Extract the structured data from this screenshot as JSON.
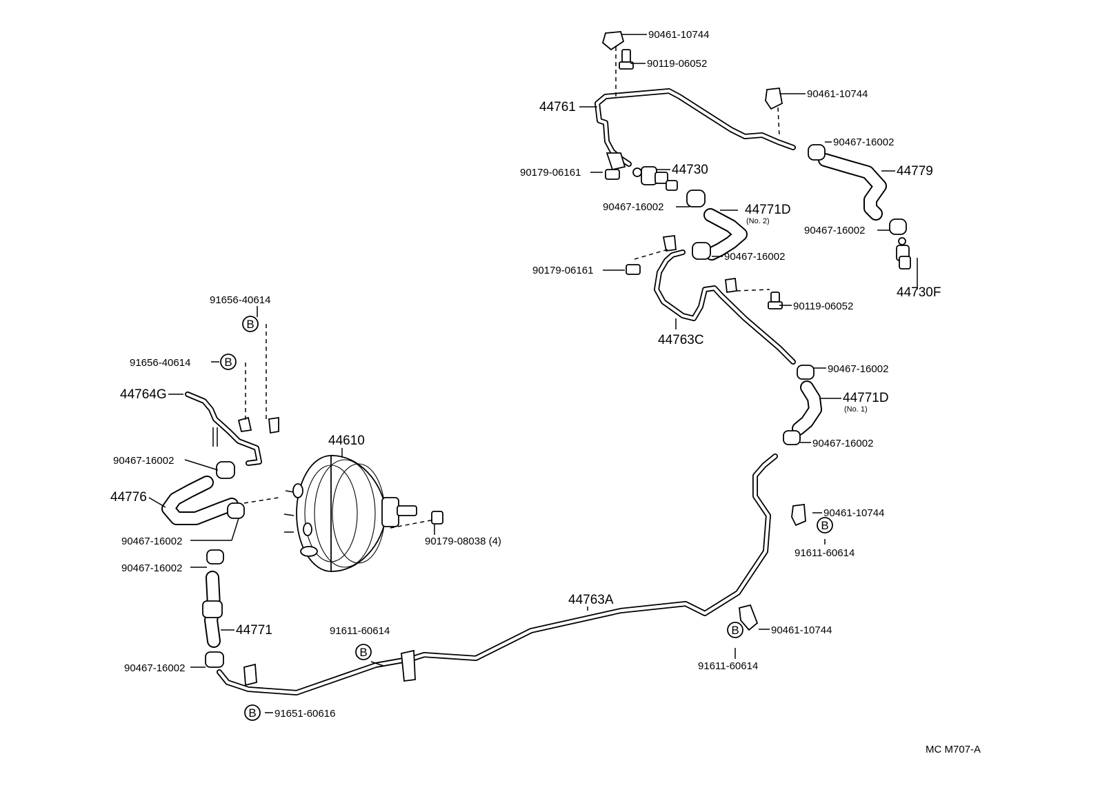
{
  "labels": {
    "p90461_10744_top": "90461-10744",
    "p90119_06052_top": "90119-06052",
    "p90461_10744_right": "90461-10744",
    "p44761": "44761",
    "p90467_16002_r1": "90467-16002",
    "p44779": "44779",
    "p90179_06161_a": "90179-06161",
    "p44730": "44730",
    "p90467_16002_c1": "90467-16002",
    "p44771D_2": "44771D",
    "p44771D_2_sub": "(No. 2)",
    "p90467_16002_r2": "90467-16002",
    "p90467_16002_c2": "90467-16002",
    "p90179_06161_b": "90179-06161",
    "p44730F": "44730F",
    "p90119_06052_mid": "90119-06052",
    "p44763C": "44763C",
    "p90467_16002_m1": "90467-16002",
    "p44771D_1": "44771D",
    "p44771D_1_sub": "(No. 1)",
    "p90467_16002_m2": "90467-16002",
    "p91656_40614_a": "91656-40614",
    "p91656_40614_b": "91656-40614",
    "p44764G": "44764G",
    "p44610": "44610",
    "p90467_16002_l1": "90467-16002",
    "p44776": "44776",
    "p90467_16002_l2": "90467-16002",
    "p90179_08038": "90179-08038 (4)",
    "p90467_16002_l3": "90467-16002",
    "p90461_10744_m3": "90461-10744",
    "p91611_60614_a": "91611-60614",
    "p44763A": "44763A",
    "p44771": "44771",
    "p91611_60614_b": "91611-60614",
    "p90461_10744_bot": "90461-10744",
    "p90467_16002_l4": "90467-16002",
    "p91611_60614_c": "91611-60614",
    "p91651_60616": "91651-60616",
    "diagram_code": "MC M707-A",
    "b_mark": "B"
  }
}
